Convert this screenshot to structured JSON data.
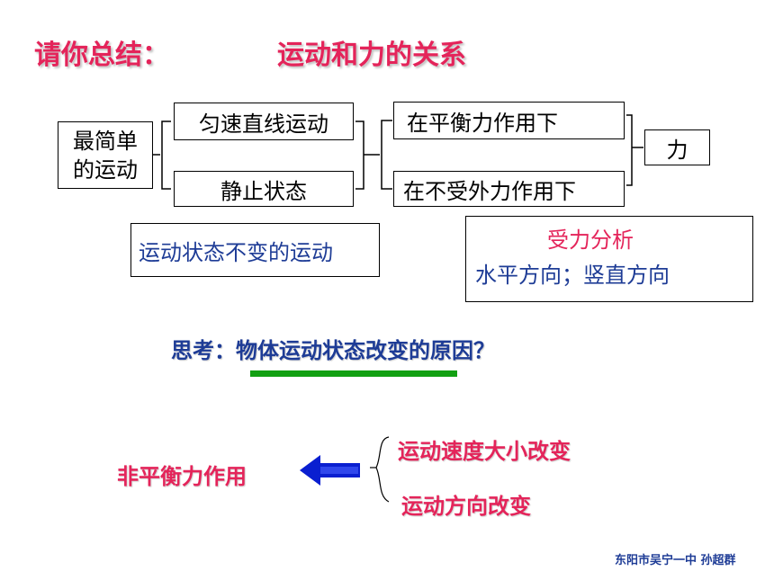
{
  "header": {
    "prompt": "请你总结：",
    "topic": "运动和力的关系"
  },
  "diagram": {
    "simplest_motion": [
      "最简单",
      "的运动"
    ],
    "uniform_linear_motion": "匀速直线运动",
    "at_rest": "静止状态",
    "under_balanced_forces": "在平衡力作用下",
    "under_no_external_force": "在不受外力作用下",
    "force": "力",
    "motion_state_unchanged": "运动状态不变的运动",
    "force_analysis": {
      "title": "受力分析",
      "body": "水平方向；竖直方向"
    }
  },
  "question": "思考：物体运动状态改变的原因？",
  "conclusion": {
    "cause": "非平衡力作用",
    "effects": [
      "运动速度大小改变",
      "运动方向改变"
    ]
  },
  "footer": "东阳市吴宁一中  孙超群",
  "colors": {
    "title": "#e4245a",
    "blue_text": "#1e3c96",
    "underline": "#12a012",
    "arrow": "#0a1fd0"
  }
}
